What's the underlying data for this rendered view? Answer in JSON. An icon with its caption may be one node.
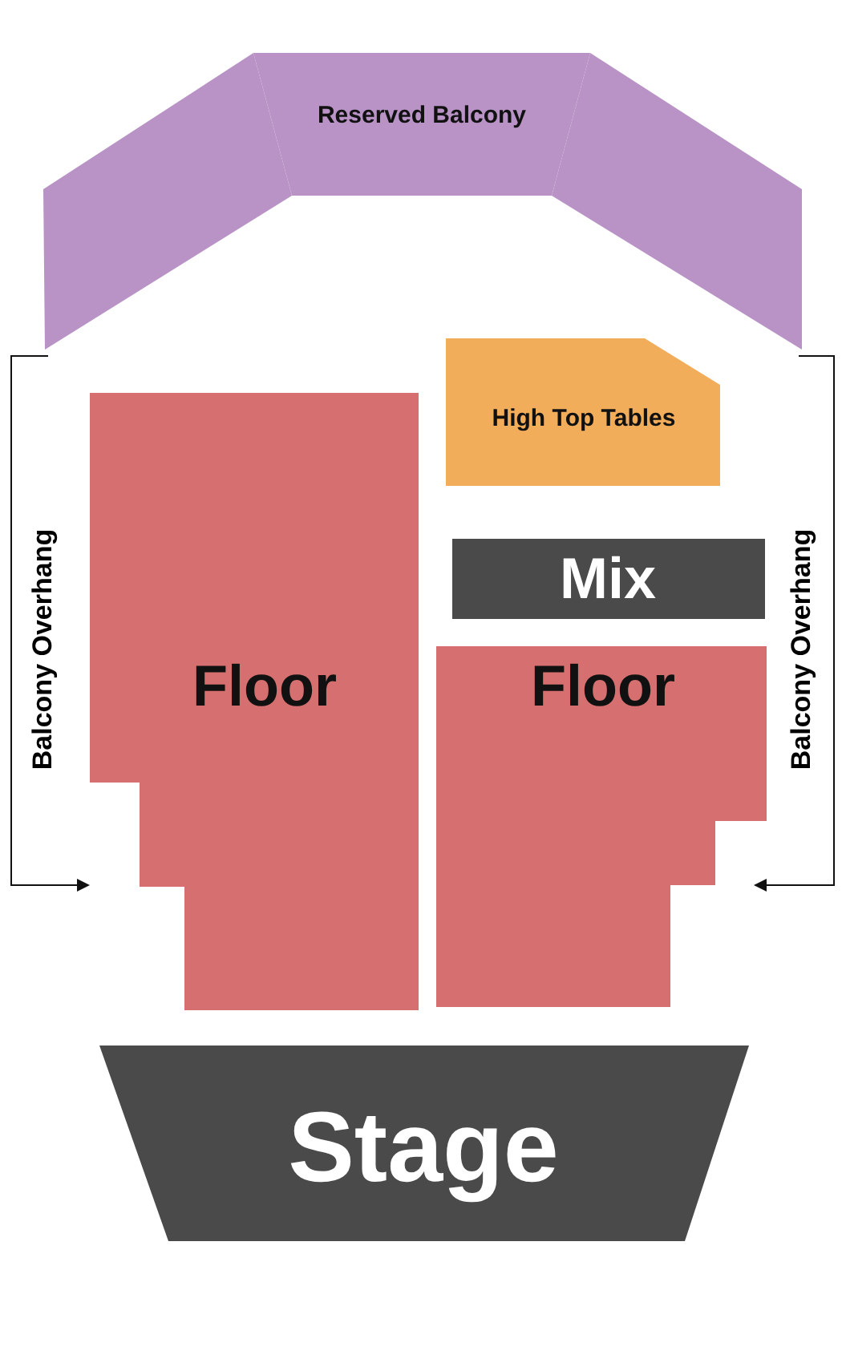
{
  "diagram": {
    "nodes": [
      {
        "text": [],
        "shape": "box"
      },
      {
        "text": [
          "Reserved Balcony"
        ]
      },
      {
        "text": [],
        "shape": "box"
      },
      {
        "text": [
          "High Top Tables"
        ]
      },
      {
        "text": [
          "Mix"
        ]
      },
      {
        "text": [
          "Floor"
        ]
      },
      {
        "text": [
          "Floor"
        ]
      },
      {
        "text": [
          "Stage"
        ]
      }
    ],
    "edges": [],
    "labels": [
      "Balcony Overhang",
      "Balcony Overhang"
    ]
  }
}
